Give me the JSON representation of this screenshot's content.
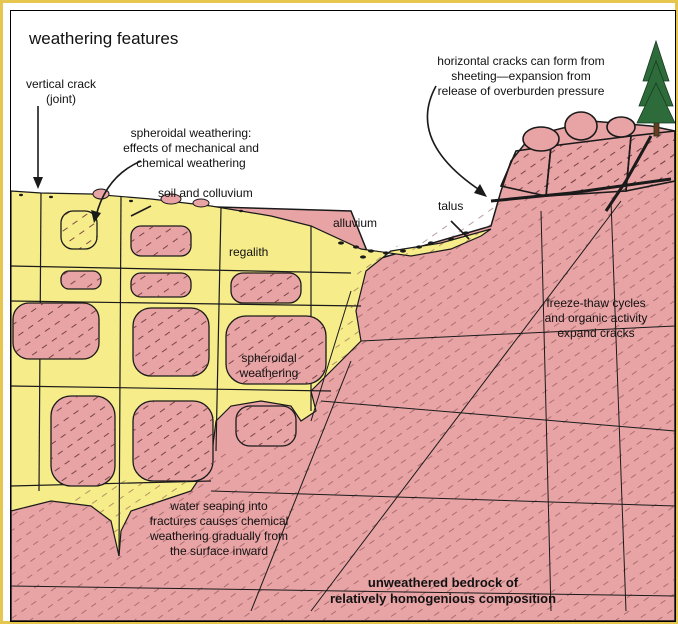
{
  "title": "weathering features",
  "labels": {
    "vertical_crack": [
      "vertical crack",
      "(joint)"
    ],
    "spheroidal_top": [
      "spheroidal weathering:",
      "effects of mechanical and",
      "chemical weathering"
    ],
    "soil": "soil and colluvium",
    "regalith": "regalith",
    "alluvium": "alluvium",
    "talus": "talus",
    "horizontal_cracks": [
      "horizontal cracks can form from",
      "sheeting—expansion from",
      "release of overburden pressure"
    ],
    "freeze_thaw": [
      "freeze-thaw cycles",
      "and organic activity",
      "expand cracks"
    ],
    "spheroidal_mid": [
      "spheroidal",
      "weathering"
    ],
    "water_seeping": [
      "water seaping into",
      "fractures causes chemical",
      "weathering gradually from",
      "the surface inward"
    ],
    "bedrock": [
      "unweathered bedrock of",
      "relatively homogenious composition"
    ]
  },
  "colors": {
    "bedrock": "#e8a3a5",
    "regolith": "#f7ec8a",
    "outline": "#1a1a1a",
    "frame": "#e7c650",
    "tree": "#2e6b3a"
  }
}
